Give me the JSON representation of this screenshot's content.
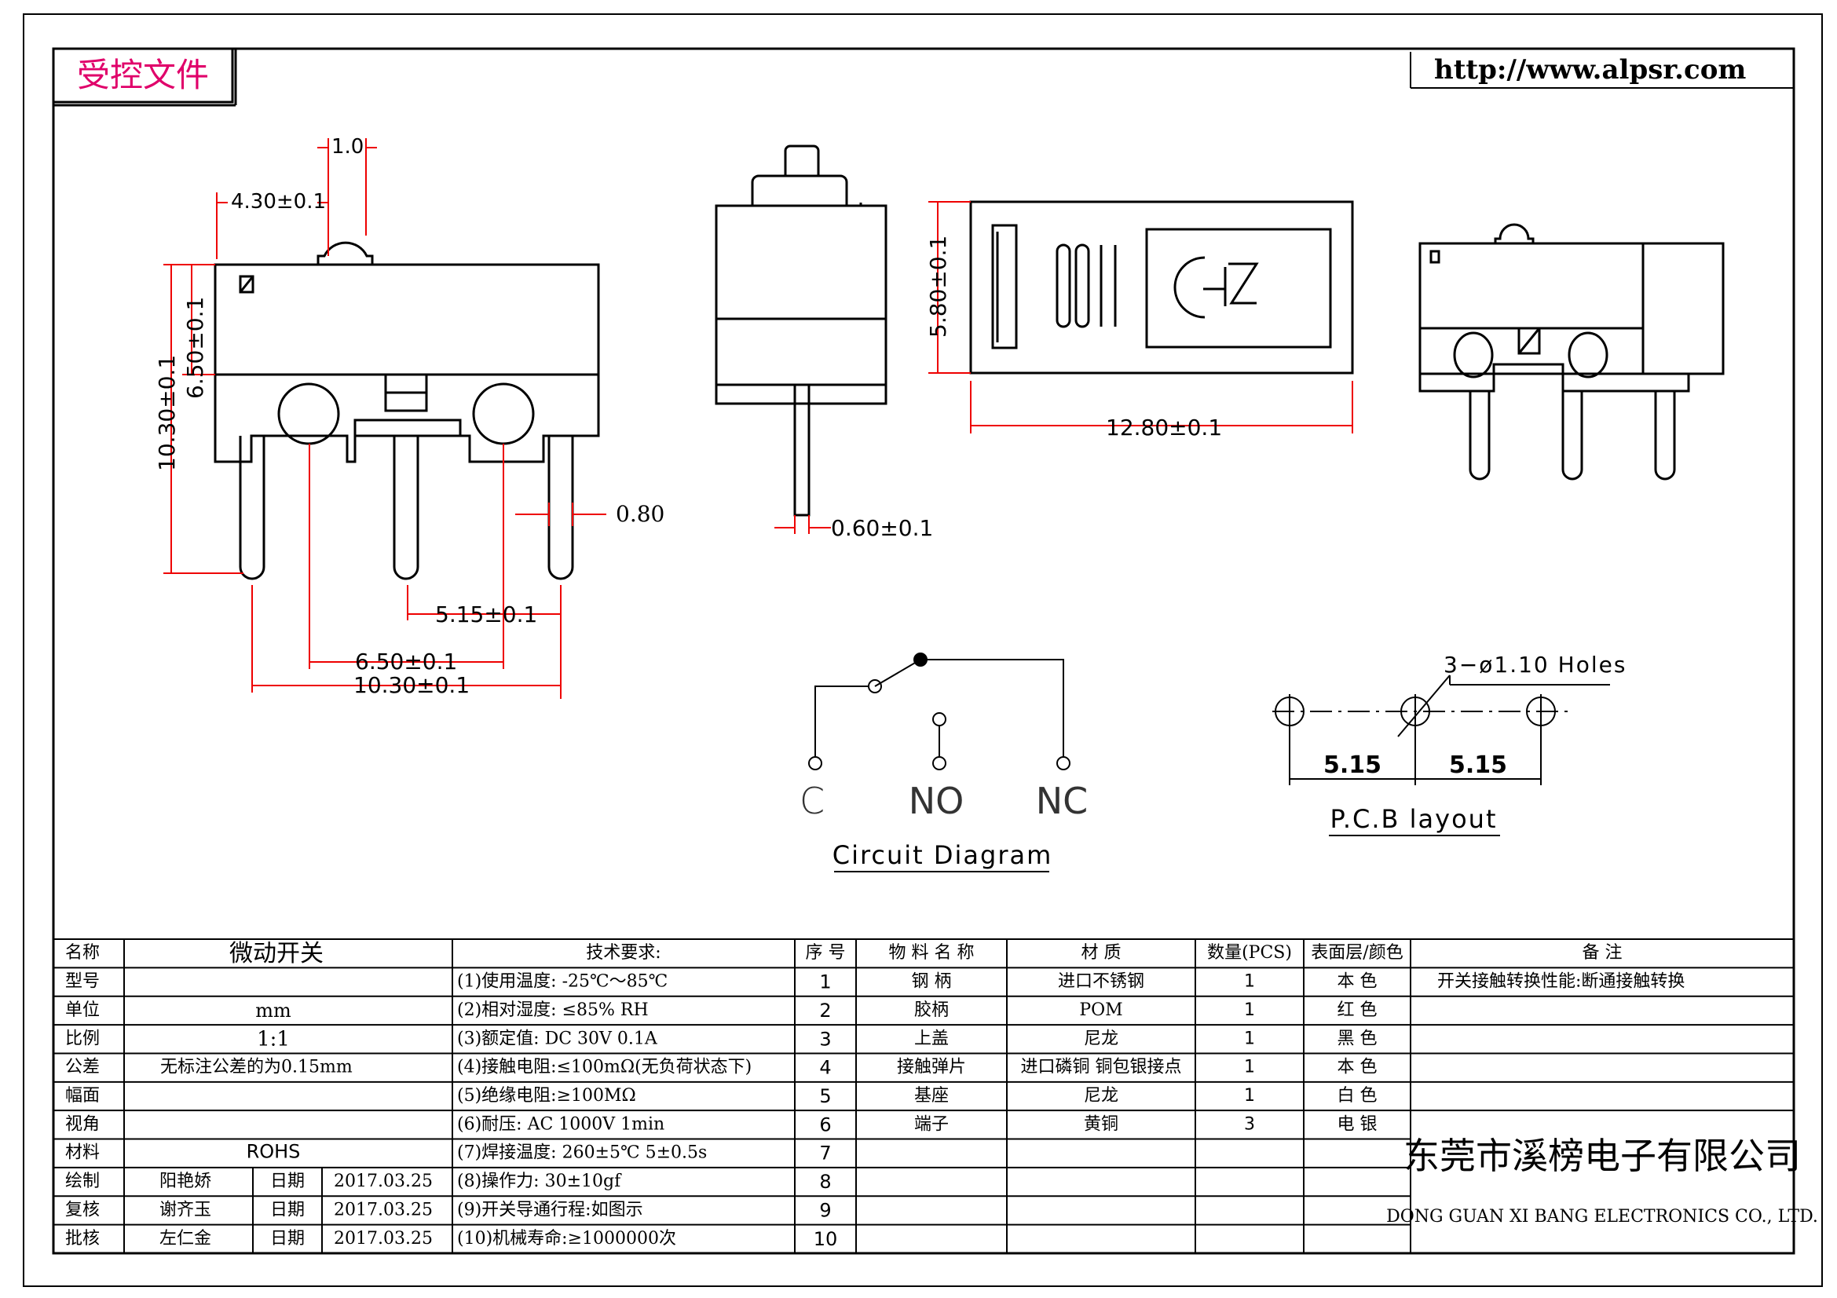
{
  "header": {
    "stamp": "受控文件",
    "url": "http://www.alpsr.com"
  },
  "dims": {
    "d_1_0": "1.0",
    "d_4_30": "4.30±0.1",
    "d_10_30_v": "10.30±0.1",
    "d_6_50_v": "6.50±0.1",
    "d_0_80": "0.80",
    "d_5_15": "5.15±0.1",
    "d_6_50_h": "6.50±0.1",
    "d_10_30_h": "10.30±0.1",
    "d_0_60": "0.60±0.1",
    "d_5_80": "5.80±0.1",
    "d_12_80": "12.80±0.1"
  },
  "circuit": {
    "c": "C",
    "no": "NO",
    "nc": "NC",
    "title": "Circuit Diagram"
  },
  "pcb": {
    "holes": "3−ø1.10 Holes",
    "p1": "5.15",
    "p2": "5.15",
    "title": "P.C.B layout"
  },
  "title_block": {
    "labels": [
      "名称",
      "型号",
      "单位",
      "比例",
      "公差",
      "幅面",
      "视角",
      "材料",
      "绘制",
      "复核",
      "批核"
    ],
    "name": "微动开关",
    "unit": "mm",
    "scale": "1:1",
    "tolerance": "无标注公差的为0.15mm",
    "material": "ROHS",
    "date_label": "日期",
    "signers": [
      {
        "name": "阳艳娇",
        "date": "2017.03.25"
      },
      {
        "name": "谢齐玉",
        "date": "2017.03.25"
      },
      {
        "name": "左仁金",
        "date": "2017.03.25"
      }
    ],
    "tech_header": "技术要求:",
    "tech": [
      "(1)使用温度:  -25℃～85℃",
      "(2)相对湿度:  ≤85% RH",
      "(3)额定值: DC  30V 0.1A",
      "(4)接触电阻:≤100mΩ(无负荷状态下)",
      "(5)绝缘电阻:≥100MΩ",
      "(6)耐压: AC 1000V 1min",
      "(7)焊接温度: 260±5℃ 5±0.5s",
      "(8)操作力: 30±10gf",
      "(9)开关导通行程:如图示",
      "(10)机械寿命:≥1000000次"
    ],
    "bom_headers": [
      "序 号",
      "物 料 名 称",
      "材    质",
      "数量(PCS)",
      "表面层/颜色",
      "备                注"
    ],
    "bom": [
      {
        "no": "1",
        "part": "钢 柄",
        "material": "进口不锈钢",
        "qty": "1",
        "finish": "本 色",
        "remark": "开关接触转换性能:断通接触转换"
      },
      {
        "no": "2",
        "part": "胶柄",
        "material": "POM",
        "qty": "1",
        "finish": "红 色",
        "remark": ""
      },
      {
        "no": "3",
        "part": "上盖",
        "material": "尼龙",
        "qty": "1",
        "finish": "黑 色",
        "remark": ""
      },
      {
        "no": "4",
        "part": "接触弹片",
        "material": "进口磷铜 铜包银接点",
        "qty": "1",
        "finish": "本 色",
        "remark": ""
      },
      {
        "no": "5",
        "part": "基座",
        "material": "尼龙",
        "qty": "1",
        "finish": "白 色",
        "remark": ""
      },
      {
        "no": "6",
        "part": "端子",
        "material": "黄铜",
        "qty": "3",
        "finish": "电 银",
        "remark": ""
      },
      {
        "no": "7",
        "part": "",
        "material": "",
        "qty": "",
        "finish": "",
        "remark": ""
      },
      {
        "no": "8",
        "part": "",
        "material": "",
        "qty": "",
        "finish": "",
        "remark": ""
      },
      {
        "no": "9",
        "part": "",
        "material": "",
        "qty": "",
        "finish": "",
        "remark": ""
      },
      {
        "no": "10",
        "part": "",
        "material": "",
        "qty": "",
        "finish": "",
        "remark": ""
      }
    ],
    "company_cn": "东莞市溪榜电子有限公司",
    "company_en": "DONG GUAN XI BANG ELECTRONICS CO., LTD."
  }
}
